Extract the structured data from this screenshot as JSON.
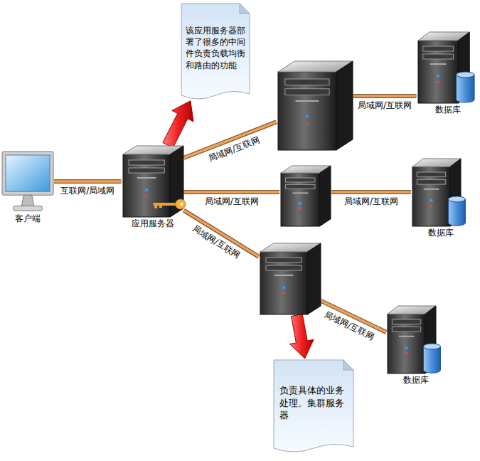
{
  "diagram": {
    "nodes": [
      {
        "text": [
          "该应用服务器部署了很多的中间件负责负载均衡和路由的功能"
        ]
      },
      {
        "text": []
      },
      {
        "text": [
          "数据库"
        ]
      },
      {
        "text": [
          "客户端"
        ]
      },
      {
        "text": [
          "应用服务器"
        ]
      },
      {
        "text": []
      },
      {
        "text": [
          "数据库"
        ]
      },
      {
        "text": []
      },
      {
        "text": [
          "数据库"
        ]
      },
      {
        "text": [
          "负责具体的业务处理。集群服务器"
        ]
      }
    ],
    "edges": [
      {
        "from": 3,
        "to": 4,
        "label": "互联网/局域网",
        "arrow": "none"
      },
      {
        "from": 4,
        "to": 1,
        "label": "局域网/互联网",
        "arrow": "none"
      },
      {
        "from": 4,
        "to": 5,
        "label": "局域网/互联网",
        "arrow": "none"
      },
      {
        "from": 4,
        "to": 7,
        "label": "局域网/互联网",
        "arrow": "none"
      },
      {
        "from": 1,
        "to": 2,
        "label": "局域网/互联网",
        "arrow": "none"
      },
      {
        "from": 5,
        "to": 6,
        "label": "局域网/互联网",
        "arrow": "none"
      },
      {
        "from": 7,
        "to": 8,
        "label": "局域网/互联网",
        "arrow": "none"
      },
      {
        "from": 4,
        "to": 0,
        "arrow": "to"
      },
      {
        "from": 7,
        "to": 9,
        "arrow": "to"
      }
    ]
  }
}
